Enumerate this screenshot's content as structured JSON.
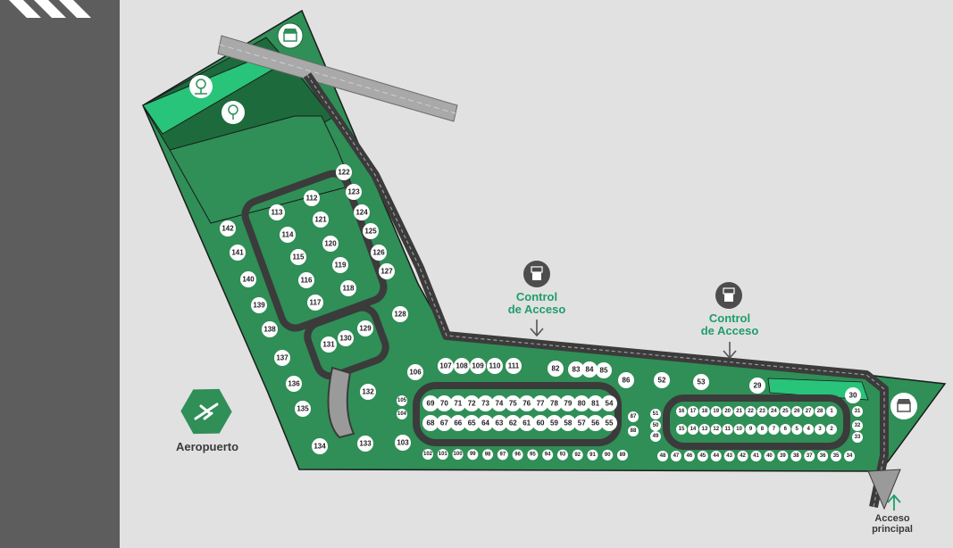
{
  "labels": {
    "airport": "Aeropuerto",
    "access_1": "Control\nde Acceso",
    "access_2": "Control\nde Acceso",
    "main_access": "Acceso\nprincipal"
  },
  "colors": {
    "lot_green": "#2f8f57",
    "dark_green": "#1d6a3d",
    "park_green": "#27c47a",
    "road": "#3b3b3b",
    "road_median": "#9a9a9a",
    "background": "#e1e1e1",
    "sidebar": "#5d5d5d",
    "badge_text": "#1f9d6a"
  },
  "icons": {
    "park_icon": "tree-bench-icon",
    "access_icon": "gate-barrier-icon",
    "shop_icon": "storefront-icon",
    "airport_icon": "airplane-icon"
  },
  "lots": {
    "west_cluster": [
      "112",
      "113",
      "114",
      "115",
      "116",
      "117",
      "118",
      "119",
      "120",
      "121",
      "122",
      "123",
      "124",
      "125",
      "126",
      "127",
      "128",
      "129",
      "130",
      "131",
      "132",
      "133",
      "134",
      "135",
      "136",
      "137",
      "138",
      "139",
      "140",
      "141",
      "142"
    ],
    "center_row_top": [
      "107",
      "108",
      "109",
      "110",
      "111",
      "82",
      "83",
      "84",
      "85",
      "86"
    ],
    "center_row_inner": [
      "69",
      "70",
      "71",
      "72",
      "73",
      "74",
      "75",
      "76",
      "77",
      "78",
      "79",
      "80",
      "81",
      "54"
    ],
    "center_row_inner2": [
      "68",
      "67",
      "66",
      "65",
      "64",
      "63",
      "62",
      "61",
      "60",
      "59",
      "58",
      "57",
      "56",
      "55"
    ],
    "center_row_bottom": [
      "102",
      "101",
      "100",
      "99",
      "98",
      "97",
      "96",
      "95",
      "94",
      "93",
      "92",
      "91",
      "90",
      "89"
    ],
    "center_misc": [
      "106",
      "105",
      "104",
      "103",
      "87",
      "88"
    ],
    "east_row_top": [
      "52",
      "53",
      "29",
      "30"
    ],
    "east_row_inner": [
      "16",
      "17",
      "18",
      "19",
      "20",
      "21",
      "22",
      "23",
      "24",
      "25",
      "26",
      "27",
      "28",
      "1"
    ],
    "east_row_inner2": [
      "15",
      "14",
      "13",
      "12",
      "11",
      "10",
      "9",
      "8",
      "7",
      "6",
      "5",
      "4",
      "3",
      "2"
    ],
    "east_row_bottom": [
      "48",
      "47",
      "46",
      "45",
      "44",
      "43",
      "42",
      "41",
      "40",
      "39",
      "38",
      "37",
      "36",
      "35",
      "34"
    ],
    "east_misc": [
      "51",
      "50",
      "49",
      "31",
      "32",
      "33"
    ]
  }
}
